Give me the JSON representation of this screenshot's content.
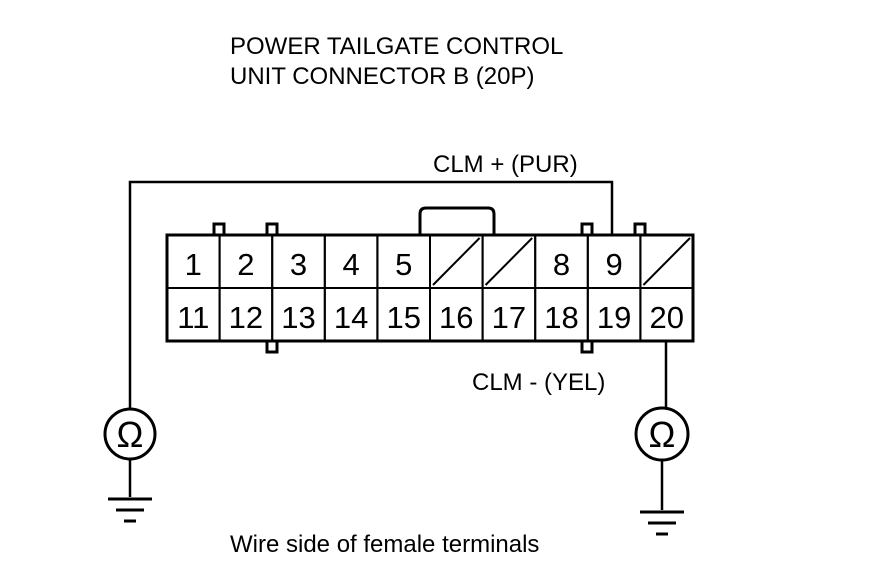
{
  "title": {
    "line1": "POWER TAILGATE CONTROL",
    "line2": "UNIT CONNECTOR B (20P)"
  },
  "wires": {
    "clm_plus": "CLM +  (PUR)",
    "clm_minus": "CLM -   (YEL)"
  },
  "connector": {
    "top_row": [
      "1",
      "2",
      "3",
      "4",
      "5",
      "",
      "",
      "8",
      "9",
      ""
    ],
    "bottom_row": [
      "11",
      "12",
      "13",
      "14",
      "15",
      "16",
      "17",
      "18",
      "19",
      "20"
    ],
    "empty_cavities_top": [
      6,
      7,
      10
    ]
  },
  "meters": {
    "symbol": "Ω",
    "icon": "ohmmeter-icon",
    "ground_icon": "ground-icon"
  },
  "footer": "Wire side of female terminals"
}
